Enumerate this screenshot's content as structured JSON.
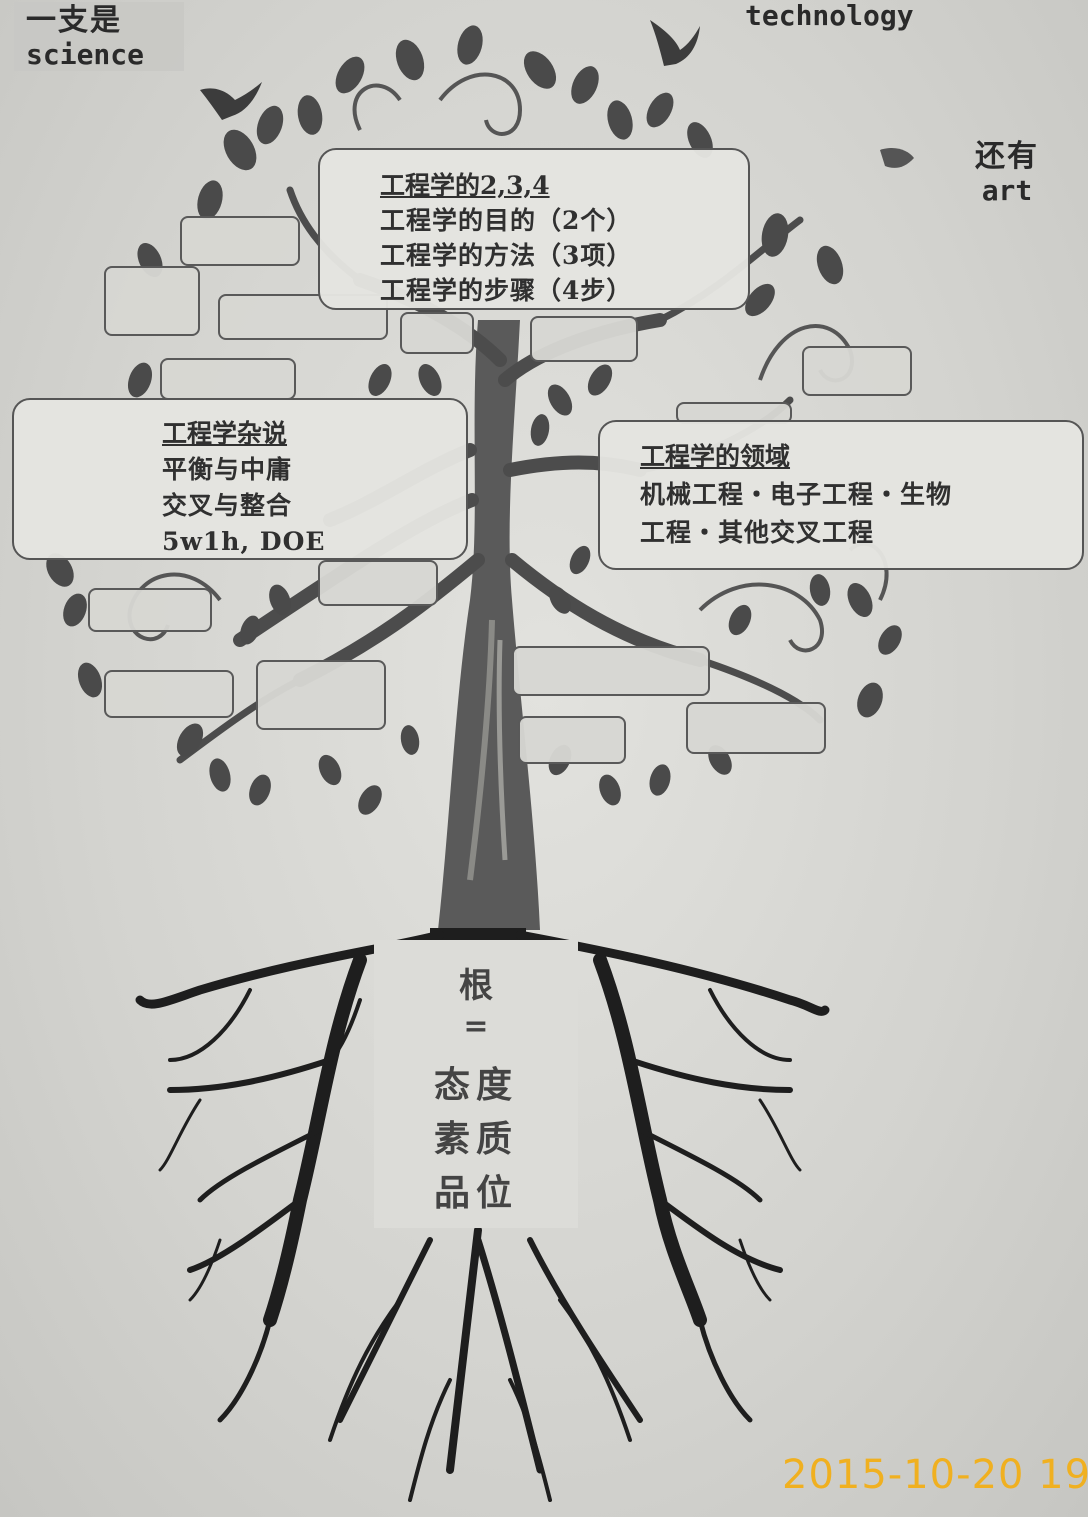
{
  "notes": {
    "science": {
      "zh": "一支是",
      "en": "science"
    },
    "technology": {
      "en": "technology"
    },
    "art": {
      "zh": "还有",
      "en": "art"
    }
  },
  "boxes": {
    "engineering_234": {
      "title": "工程学的2,3,4",
      "lines": [
        "工程学的目的（2个）",
        "工程学的方法（3项）",
        "工程学的步骤（4步）"
      ]
    },
    "engineering_misc": {
      "title": "工程学杂说",
      "lines": [
        "平衡与中庸",
        "交叉与整合",
        "5w1h, DOE"
      ]
    },
    "engineering_fields": {
      "title": "工程学的领域",
      "lines": [
        "机械工程・电子工程・生物",
        "工程・其他交叉工程"
      ]
    }
  },
  "roots": {
    "title": "根",
    "equals": "=",
    "lines": [
      "态度",
      "素质",
      "品位"
    ]
  },
  "timestamp": "2015-10-20 19:",
  "colors": {
    "paper": "#d6d6d2",
    "ink": "#2a2a2a",
    "timestamp": "#f0b020"
  }
}
